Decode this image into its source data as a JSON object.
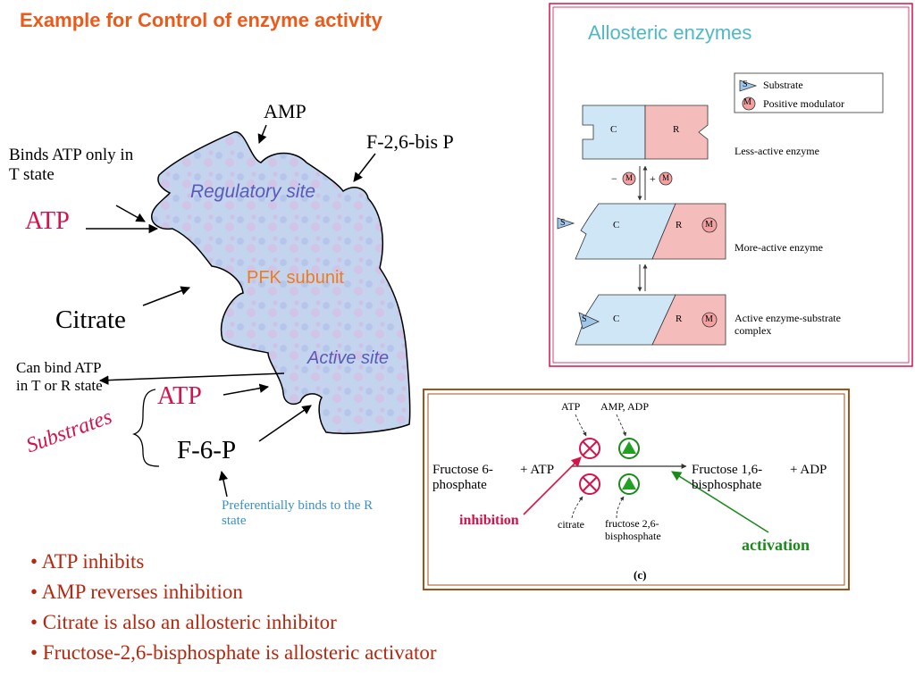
{
  "title": "Example for Control of enzyme activity",
  "left_diagram": {
    "amp": "AMP",
    "f26bisp": "F-2,6-bis P",
    "binds_atp_t": "Binds ATP only in T state",
    "atp_regulatory": "ATP",
    "regulatory_site": "Regulatory site",
    "pfk_subunit": "PFK subunit",
    "citrate": "Citrate",
    "active_site": "Active site",
    "can_bind_atp": "Can bind ATP in T or R state",
    "atp_substrate": "ATP",
    "f6p": "F-6-P",
    "substrates": "Substrates",
    "preferentially": "Preferentially binds to the R state"
  },
  "allosteric_panel": {
    "title": "Allosteric enzymes",
    "legend_substrate_symbol": "S",
    "legend_substrate": "Substrate",
    "legend_modulator_symbol": "M",
    "legend_modulator": "Positive modulator",
    "subunit_c": "C",
    "subunit_r": "R",
    "less_active": "Less-active enzyme",
    "minus": "−",
    "plus": "+",
    "more_active": "More-active enzyme",
    "active_complex": "Active enzyme-substrate complex"
  },
  "reaction_panel": {
    "atp_top": "ATP",
    "amp_adp": "AMP, ADP",
    "fructose6p": "Fructose 6- phosphate",
    "plus_atp": "+ ATP",
    "fructose16": "Fructose 1,6- bisphosphate",
    "plus_adp": "+ ADP",
    "citrate": "citrate",
    "f26bp": "fructose 2,6- bisphosphate",
    "inhibition": "inhibition",
    "activation": "activation",
    "label_c": "(c)"
  },
  "bullets": [
    "• ATP inhibits",
    "• AMP reverses inhibition",
    "• Citrate is also an allosteric inhibitor",
    "• Fructose-2,6-bisphosphate is allosteric activator"
  ],
  "colors": {
    "title": "#ec5a1a",
    "atp_red": "#d6124a",
    "regulatory_text": "#5a5ab8",
    "pfk_text": "#f07a1e",
    "panel_title": "#4fb8c8",
    "activation_green": "#1a8a1a",
    "bullet_text": "#b5280f"
  }
}
